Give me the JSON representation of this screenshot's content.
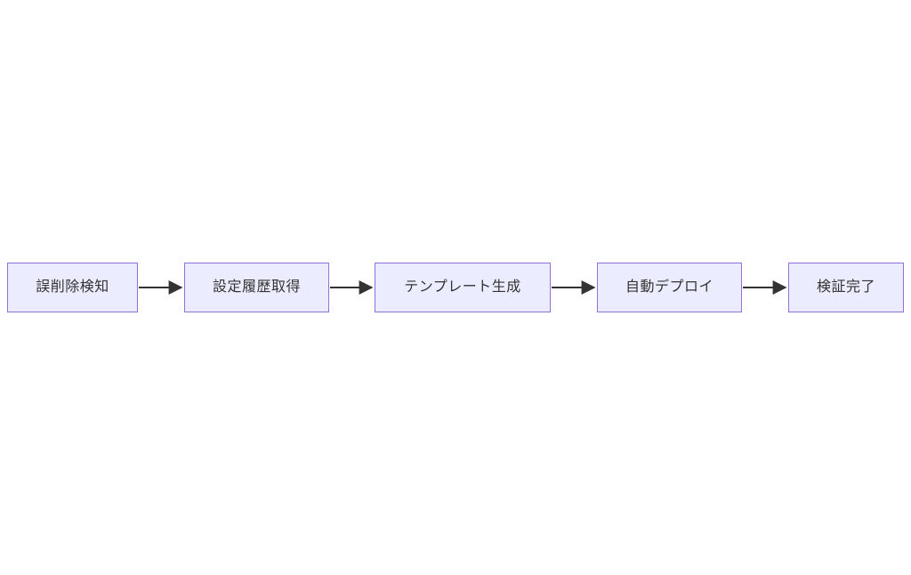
{
  "diagram": {
    "type": "flowchart",
    "direction": "left-to-right",
    "nodes": [
      {
        "id": "A",
        "label": "誤削除検知"
      },
      {
        "id": "B",
        "label": "設定履歴取得"
      },
      {
        "id": "C",
        "label": "テンプレート生成"
      },
      {
        "id": "D",
        "label": "自動デプロイ"
      },
      {
        "id": "E",
        "label": "検証完了"
      }
    ],
    "edges": [
      {
        "from": "誤削除検知",
        "to": "設定履歴取得"
      },
      {
        "from": "設定履歴取得",
        "to": "テンプレート生成"
      },
      {
        "from": "テンプレート生成",
        "to": "自動デプロイ"
      },
      {
        "from": "自動デプロイ",
        "to": "検証完了"
      }
    ],
    "colors": {
      "node_fill": "#ECECFF",
      "node_border": "#9370DB",
      "node_text": "#333333",
      "arrow": "#333333"
    }
  }
}
